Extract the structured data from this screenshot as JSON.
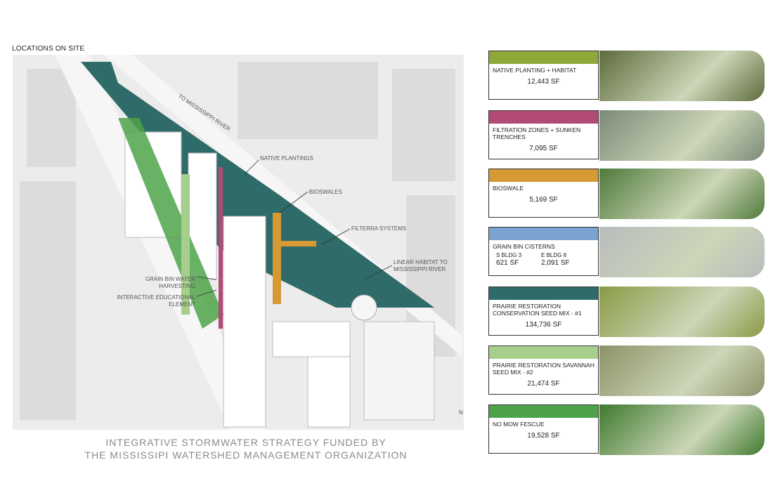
{
  "header": "LOCATIONS ON SITE",
  "caption": [
    "INTEGRATIVE STORMWATER STRATEGY FUNDED BY",
    "THE MISSISSIPI WATERSHED MANAGEMENT ORGANIZATION"
  ],
  "map_labels": {
    "river": "TO MISSISSIPPI RIVER",
    "native": "NATIVE PLANTINGS",
    "bioswales": "BIOSWALES",
    "filterra": "FILTERRA SYSTEMS",
    "linear1": "LINEAR HABITAT TO",
    "linear2": "MISSISSIPPI RIVER",
    "grain1": "GRAIN BIN WATER",
    "grain2": "HARVESTING",
    "edu1": "INTERACTIVE EDUCATIONAL",
    "edu2": "ELEMENT",
    "north": "N"
  },
  "legend": [
    {
      "title": "NATIVE PLANTING + HABITAT",
      "value": "12,443 SF",
      "color": "#8fa83a",
      "photo": "#5e6b3c"
    },
    {
      "title": "FILTRATION ZONES + SUNKEN TRENCHES",
      "value": "7,095 SF",
      "color": "#b24a78",
      "photo": "#7b8a78"
    },
    {
      "title": "BIOSWALE",
      "value": "5,169 SF",
      "color": "#d69a35",
      "photo": "#4f7a3a"
    },
    {
      "title": "GRAIN BIN CISTERNS",
      "color": "#7ba3cf",
      "photo": "#b9bcbd",
      "sub": [
        {
          "label": "S BLDG 3",
          "value": "621 SF"
        },
        {
          "label": "E BLDG 8",
          "value": "2,091 SF"
        }
      ]
    },
    {
      "title": "PRAIRIE RESTORATION CONSERVATION SEED MIX - #1",
      "value": "134,736 SF",
      "color": "#2f6b68",
      "photo": "#8a9a45"
    },
    {
      "title": "PRAIRIE RESTORATION SAVANNAH SEED MIX - #2",
      "value": "21,474 SF",
      "color": "#a7cf8c",
      "photo": "#8d9267"
    },
    {
      "title": "NO MOW FESCUE",
      "value": "19,528 SF",
      "color": "#4ea34a",
      "photo": "#3f7a2e"
    }
  ]
}
